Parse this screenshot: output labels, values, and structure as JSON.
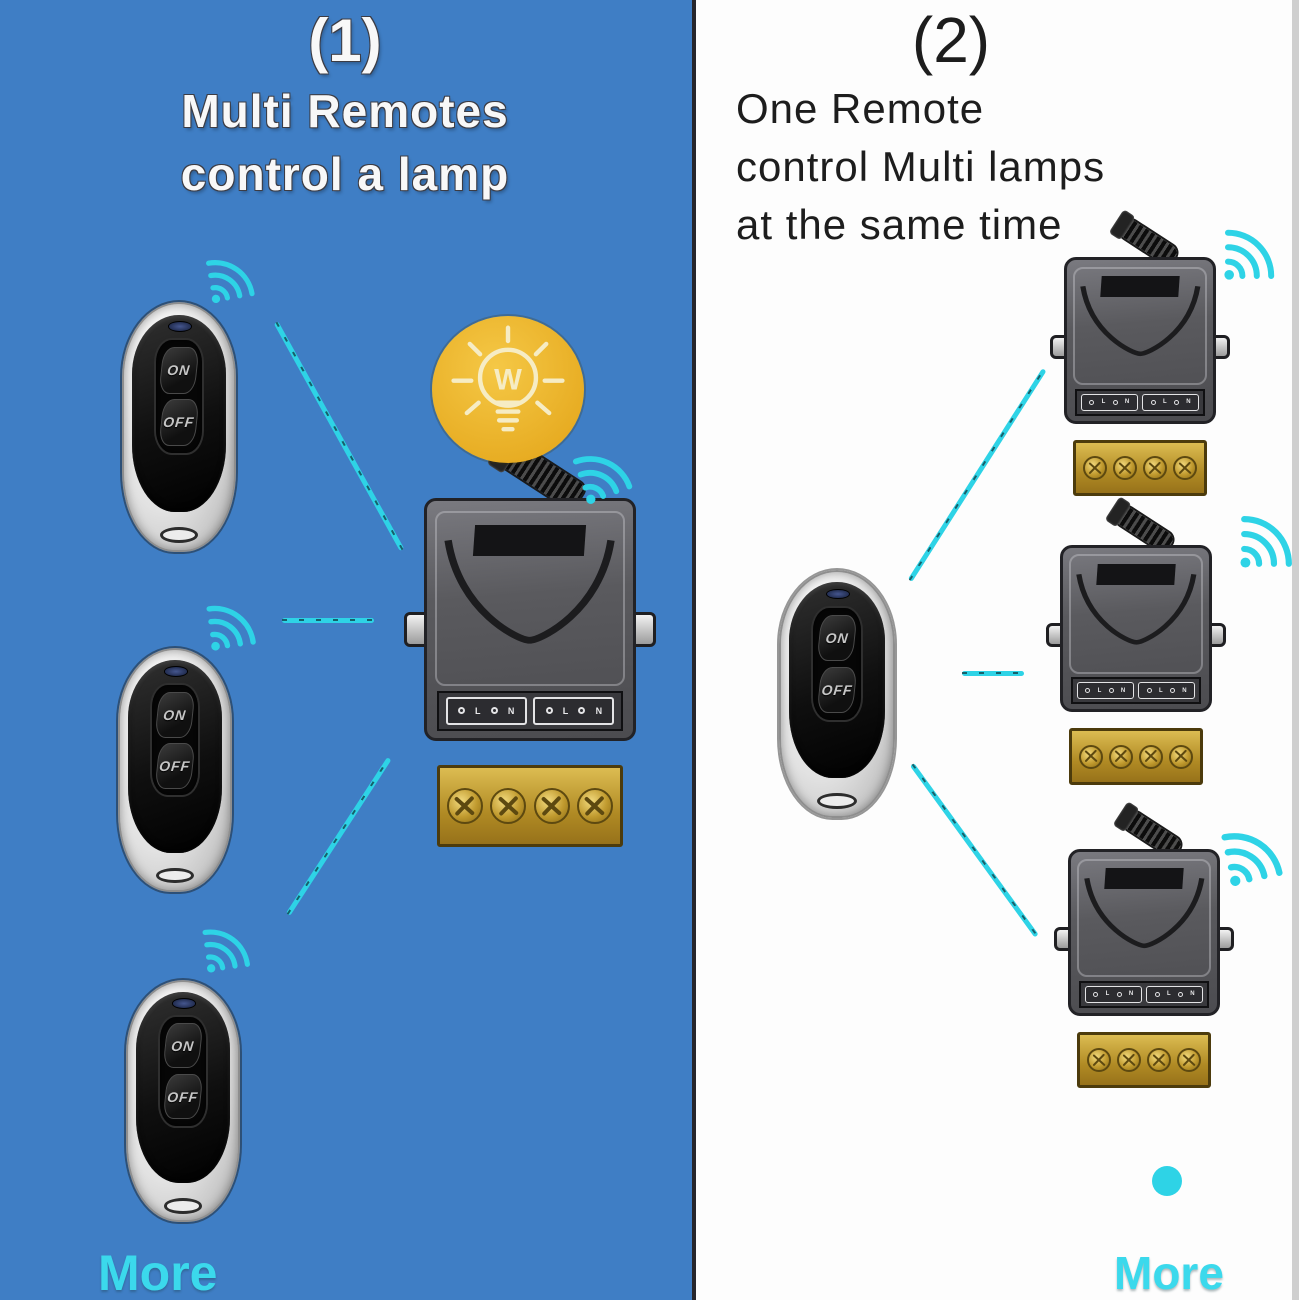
{
  "panels": {
    "left": {
      "number": "(1)",
      "title_lines": [
        "Multi Remotes",
        "control a lamp"
      ],
      "more_label": "More",
      "lamp_label": "W"
    },
    "right": {
      "number": "(2)",
      "title_lines": [
        "One Remote",
        "control Multi lamps",
        "at the same time"
      ],
      "more_label": "More"
    }
  },
  "remote_buttons": {
    "on": "ON",
    "off": "OFF"
  },
  "receiver_terminals": {
    "live": "L",
    "neutral": "N"
  },
  "icons": {
    "wifi": "wifi-signal-icon",
    "lamp": "light-bulb-icon",
    "antenna": "antenna-icon",
    "dot": "signal-dot"
  },
  "colors": {
    "panel_left_bg": "#3f7ec5",
    "panel_right_bg": "#fdfdfd",
    "divider": "#26262c",
    "edge_gray": "#cfcfcf",
    "accent_cyan": "#2ed3e6",
    "more_cyan": "#3bd9ec",
    "lamp_yellow": "#e7ac22",
    "lamp_stroke": "#f6ecc4",
    "title_left": "#f8f8f8",
    "title_right": "#1d1d1d",
    "receiver_body": "#5a5a5e",
    "terminal_brass": "#c09a2e",
    "remote_face": "#111111"
  }
}
